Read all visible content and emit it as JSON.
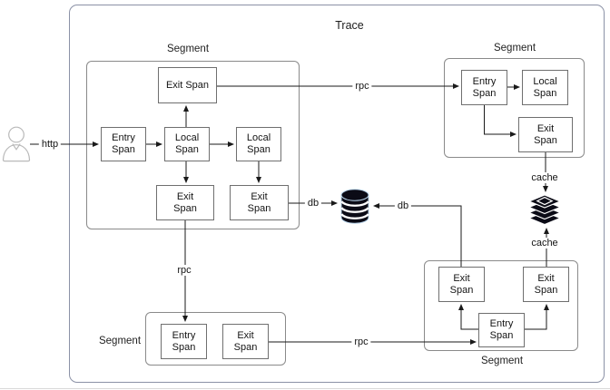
{
  "title": "Trace",
  "segments": [
    {
      "name": "top-left",
      "label": "Segment",
      "spans": [
        {
          "id": "exit-top",
          "text": "Exit Span"
        },
        {
          "id": "entry",
          "text": "Entry\nSpan"
        },
        {
          "id": "local-1",
          "text": "Local\nSpan"
        },
        {
          "id": "local-2",
          "text": "Local\nSpan"
        },
        {
          "id": "exit-bottom-left",
          "text": "Exit\nSpan"
        },
        {
          "id": "exit-bottom-right",
          "text": "Exit\nSpan"
        }
      ]
    },
    {
      "name": "top-right",
      "label": "Segment",
      "spans": [
        {
          "id": "entry",
          "text": "Entry\nSpan"
        },
        {
          "id": "local",
          "text": "Local\nSpan"
        },
        {
          "id": "exit",
          "text": "Exit\nSpan"
        }
      ]
    },
    {
      "name": "bottom-left",
      "label": "Segment",
      "spans": [
        {
          "id": "entry",
          "text": "Entry\nSpan"
        },
        {
          "id": "exit",
          "text": "Exit\nSpan"
        }
      ]
    },
    {
      "name": "bottom-right",
      "label": "Segment",
      "spans": [
        {
          "id": "exit-left",
          "text": "Exit\nSpan"
        },
        {
          "id": "exit-right",
          "text": "Exit\nSpan"
        },
        {
          "id": "entry",
          "text": "Entry\nSpan"
        }
      ]
    }
  ],
  "edge_labels": {
    "http": "http",
    "rpc_top": "rpc",
    "rpc_middle": "rpc",
    "rpc_bottom": "rpc",
    "db_left": "db",
    "db_right": "db",
    "cache_top": "cache",
    "cache_bottom": "cache"
  },
  "icons": {
    "user": "user-icon",
    "database": "database-icon",
    "cache": "cache-stack-icon"
  },
  "colors": {
    "trace_border": "#8b91a6",
    "segment_border": "#8a8a8a",
    "span_border": "#6f6f6f",
    "arrow": "#1a1a1a",
    "user_outline": "#b9b9b9",
    "icon_fill": "#0b0b16"
  }
}
